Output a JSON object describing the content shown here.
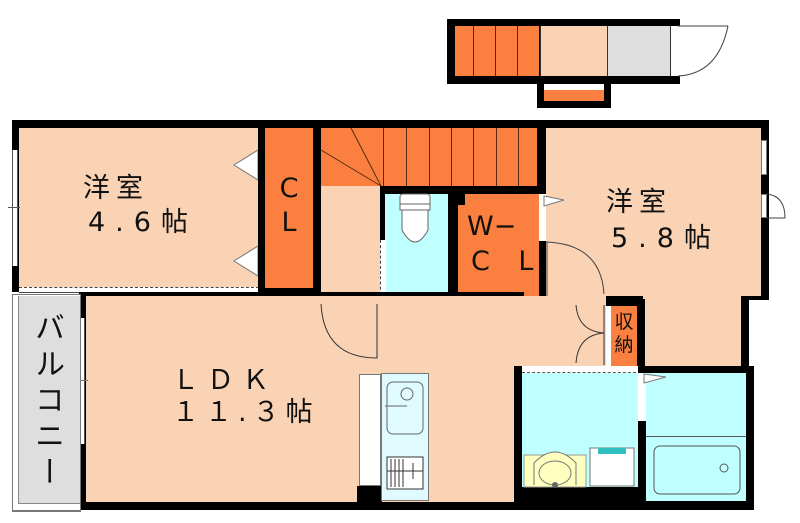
{
  "floorplan": {
    "colors": {
      "room": "#fad2b4",
      "storage": "#fb8040",
      "wet": "#bfffff",
      "balcony": "#dedede",
      "wall": "#000000",
      "basin": "#ffffc0"
    },
    "rooms": {
      "western_room_1": {
        "name": "洋室",
        "size": "4.6帖"
      },
      "closet_1": {
        "name": "C\nL"
      },
      "western_room_2": {
        "name": "洋室",
        "size": "5.8帖"
      },
      "walk_in_closet": {
        "line1": "W−",
        "line2": "C L"
      },
      "storage": {
        "line1": "収",
        "line2": "納"
      },
      "ldk": {
        "name": "ＬＤＫ",
        "size": "１１.３帖"
      },
      "balcony": {
        "name": "バルコニー"
      }
    }
  }
}
